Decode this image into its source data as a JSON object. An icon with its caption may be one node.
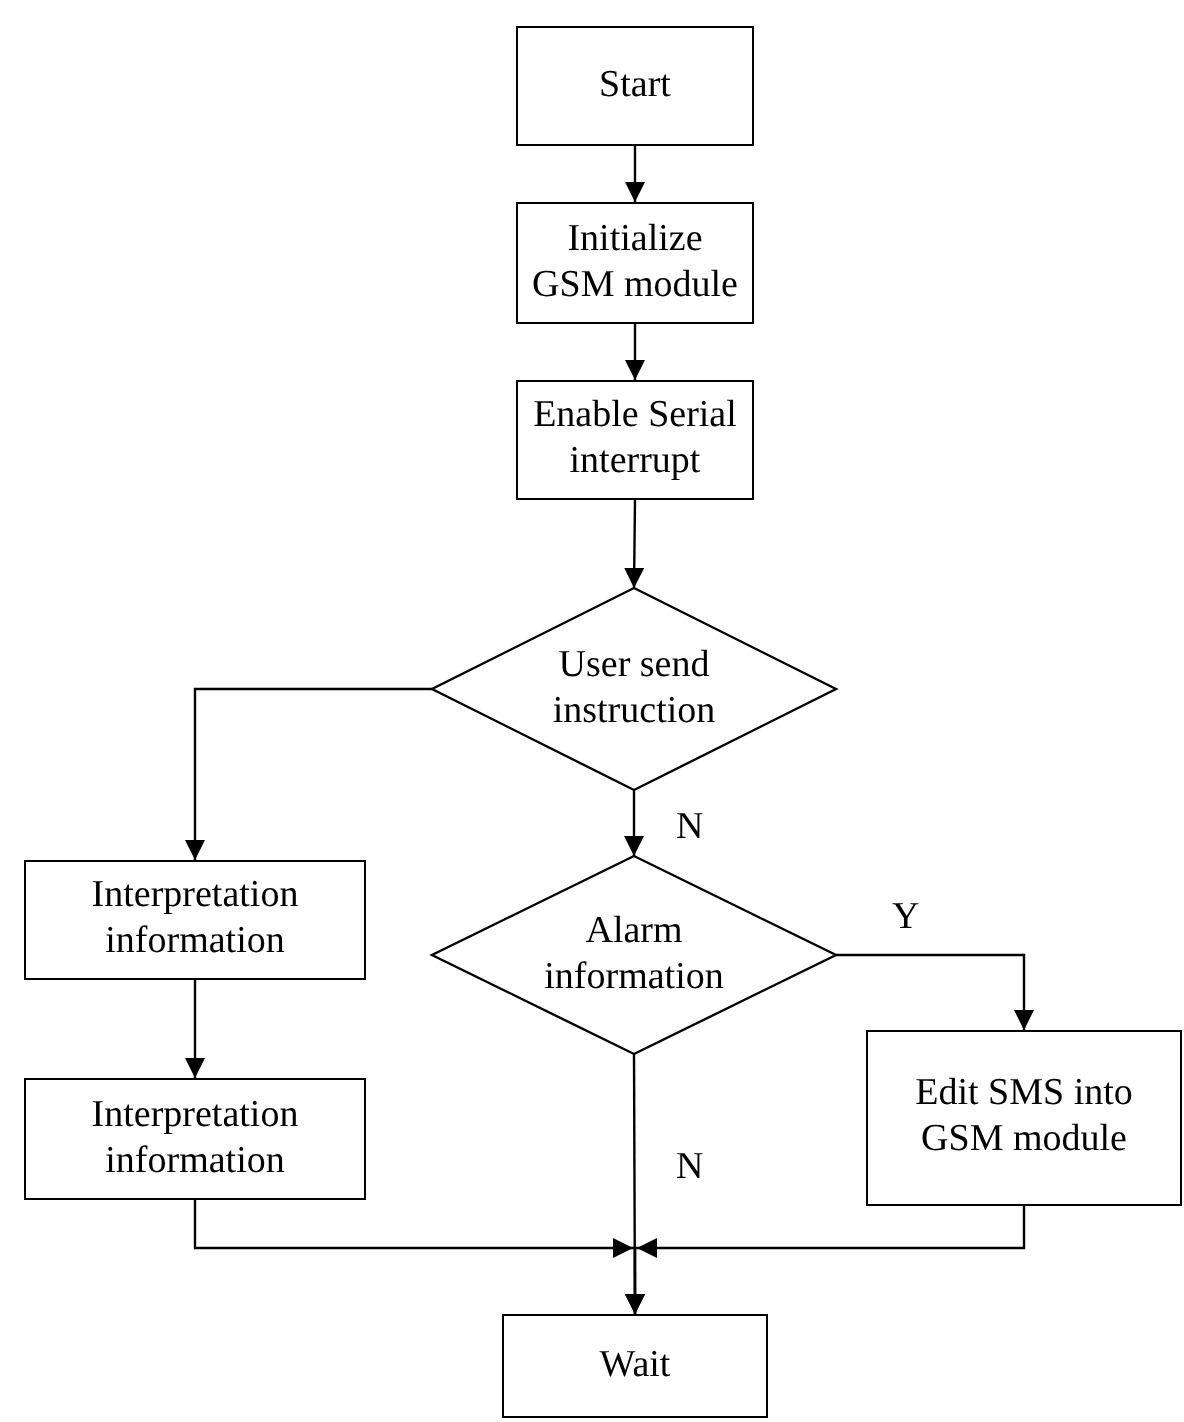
{
  "diagram": {
    "nodes": [
      {
        "text": [
          "Start"
        ]
      },
      {
        "text": [
          "Initialize GSM module"
        ]
      },
      {
        "text": [
          "Enable Serial interrupt"
        ]
      },
      {
        "text": [
          "User send instruction"
        ]
      },
      {
        "text": [
          "Interpretation information"
        ]
      },
      {
        "text": [
          "Interpretation information"
        ]
      },
      {
        "text": [
          "Alarm information"
        ]
      },
      {
        "text": [
          "Edit SMS into GSM module"
        ]
      },
      {
        "text": [
          "Wait"
        ]
      }
    ],
    "edges": [
      {
        "from": 0,
        "to": 1,
        "arrow": "to"
      },
      {
        "from": 1,
        "to": 2,
        "arrow": "to"
      },
      {
        "from": 2,
        "to": 3,
        "arrow": "to"
      },
      {
        "from": 3,
        "to": 4,
        "arrow": "to"
      },
      {
        "from": 3,
        "to": 6,
        "arrow": "to",
        "label": "N"
      },
      {
        "from": 6,
        "to": 7,
        "arrow": "to",
        "label": "Y"
      },
      {
        "from": 4,
        "to": 5,
        "arrow": "to"
      },
      {
        "from": 6,
        "to": 8,
        "arrow": "to",
        "label": "N"
      },
      {
        "from": 5,
        "to": 8,
        "arrow": "to"
      },
      {
        "from": 7,
        "to": 8,
        "arrow": "to"
      }
    ]
  }
}
